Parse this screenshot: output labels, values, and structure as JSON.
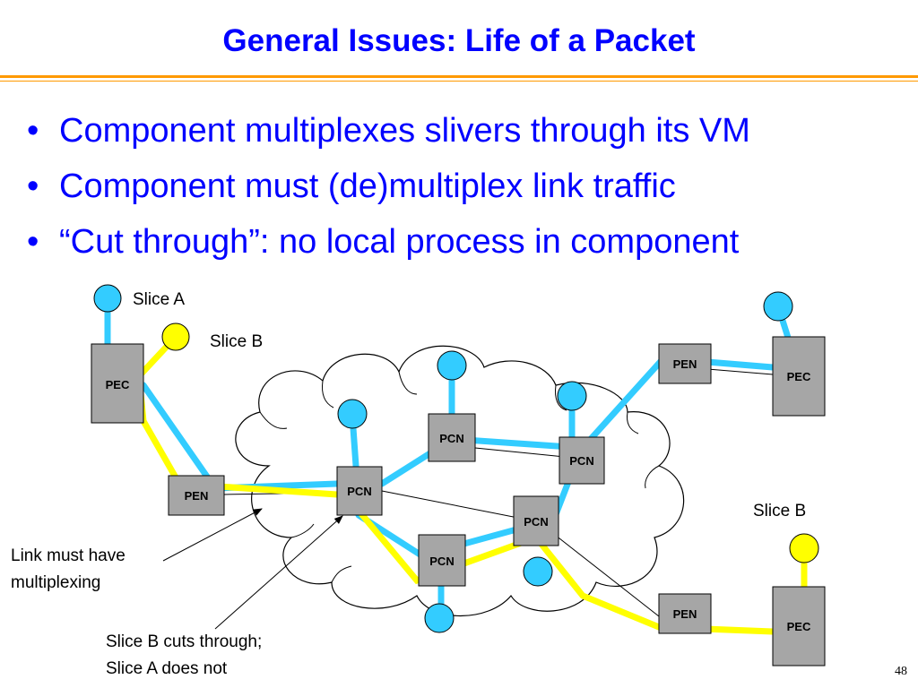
{
  "title": "General Issues: Life of a Packet",
  "bullets": [
    "Component multiplexes slivers through its VM",
    "Component must (de)multiplex link traffic",
    "“Cut through”: no local process in component"
  ],
  "diagram": {
    "labels": {
      "slice_a": "Slice A",
      "slice_b_top": "Slice B",
      "slice_b_right": "Slice B",
      "link_note_1": "Link must have",
      "link_note_2": "multiplexing",
      "cut_note_1": "Slice B cuts through;",
      "cut_note_2": "Slice A does not"
    },
    "nodes": {
      "pec_left": "PEC",
      "pen_left": "PEN",
      "pcn_1": "PCN",
      "pcn_2": "PCN",
      "pcn_3": "PCN",
      "pcn_4": "PCN",
      "pcn_5": "PCN",
      "pen_top": "PEN",
      "pec_top": "PEC",
      "pen_bottom": "PEN",
      "pec_bottom": "PEC"
    },
    "colors": {
      "slice_a": "#33ccff",
      "slice_b": "#ffff00",
      "node_fill": "#a6a6a6",
      "accent": "#0000ff"
    }
  },
  "page_number": "48"
}
